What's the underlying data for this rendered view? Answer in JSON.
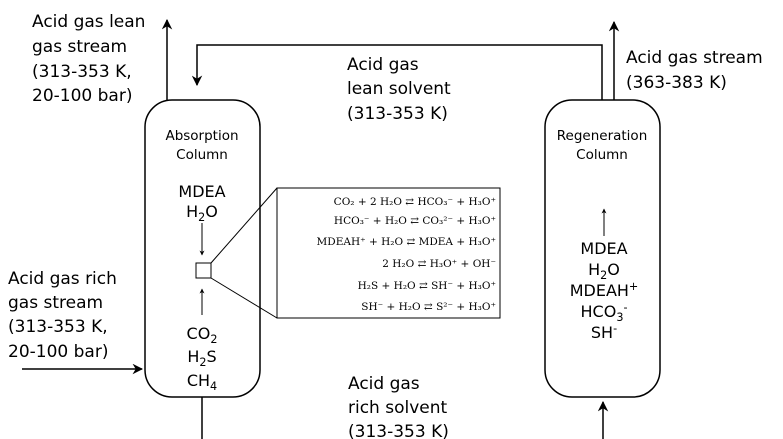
{
  "labels": {
    "lean_gas": [
      "Acid gas lean",
      "gas stream",
      "(313-353 K,",
      "20-100 bar)"
    ],
    "lean_solvent": [
      "Acid gas",
      "lean solvent",
      "(313-353 K)"
    ],
    "acid_gas_stream": [
      "Acid gas stream",
      "(363-383 K)"
    ],
    "rich_gas": [
      "Acid gas rich",
      "gas stream",
      "(313-353 K,",
      "20-100 bar)"
    ],
    "rich_solvent": [
      "Acid gas",
      "rich solvent",
      "(313-353 K)"
    ]
  },
  "absorption_column": {
    "title": [
      "Absorption",
      "Column"
    ],
    "top_species": [
      "MDEA",
      "H",
      "2",
      "O"
    ],
    "bottom_species": [
      "CO",
      "2",
      "H",
      "2",
      "S",
      "CH",
      "4"
    ]
  },
  "regeneration_column": {
    "title": [
      "Regeneration",
      "Column"
    ],
    "species": [
      "MDEA",
      "H",
      "2",
      "O",
      "MDEAH",
      "+",
      "HCO",
      "3",
      "-",
      "SH",
      "-"
    ]
  },
  "reactions": [
    "CO₂ + 2 H₂O ⇄ HCO₃⁻ + H₃O⁺",
    "HCO₃⁻ + H₂O ⇄ CO₃²⁻ + H₃O⁺",
    "MDEAH⁺ + H₂O ⇄ MDEA + H₃O⁺",
    "2 H₂O ⇄ H₃O⁺ + OH⁻",
    "H₂S + H₂O ⇄ SH⁻ + H₃O⁺",
    "SH⁻ + H₂O ⇄ S²⁻ + H₃O⁺"
  ]
}
